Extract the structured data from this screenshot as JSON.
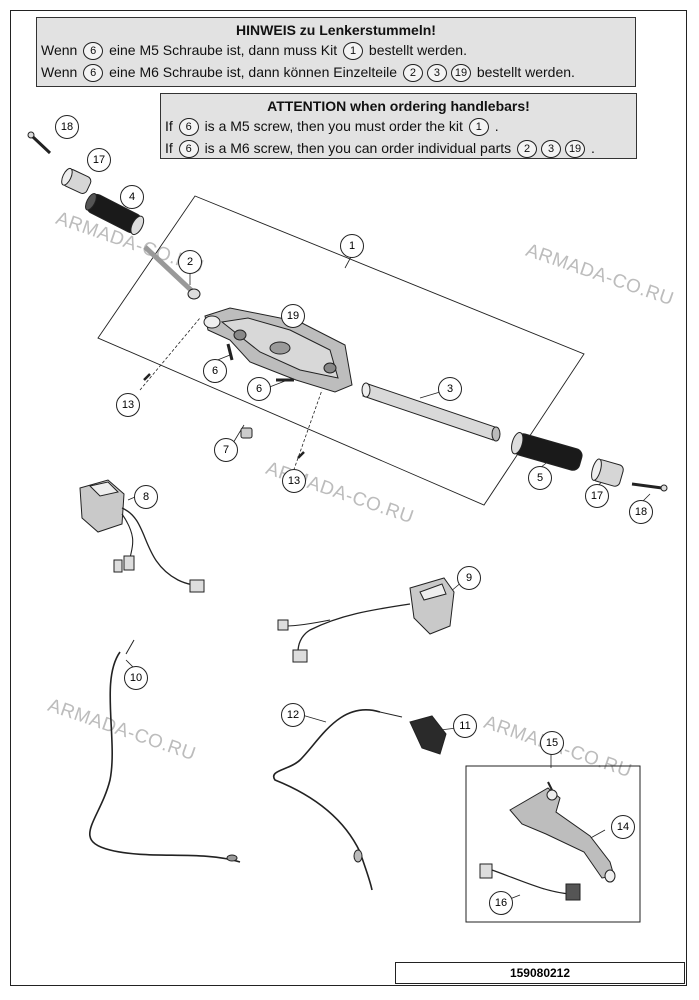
{
  "notice_de": {
    "title": "HINWEIS zu Lenkerstummeln!",
    "l1_a": "Wenn",
    "l1_b": "eine M5 Schraube ist, dann muss Kit",
    "l1_c": "bestellt werden.",
    "l2_a": "Wenn",
    "l2_b": "eine M6 Schraube ist, dann können Einzelteile",
    "l2_c": "bestellt werden."
  },
  "notice_en": {
    "title": "ATTENTION when ordering handlebars!",
    "l1_a": "If",
    "l1_b": "is a M5 screw, then you must order the kit",
    "l1_c": ".",
    "l2_a": "If",
    "l2_b": "is a M6 screw, then you can order individual parts",
    "l2_c": "."
  },
  "circle_refs": {
    "six": "6",
    "one": "1",
    "two": "2",
    "three": "3",
    "nineteen": "19"
  },
  "callouts": [
    {
      "name": "callout-18-left",
      "label": "18"
    },
    {
      "name": "callout-17-left",
      "label": "17"
    },
    {
      "name": "callout-4",
      "label": "4"
    },
    {
      "name": "callout-1",
      "label": "1"
    },
    {
      "name": "callout-2",
      "label": "2"
    },
    {
      "name": "callout-19",
      "label": "19"
    },
    {
      "name": "callout-6-left",
      "label": "6"
    },
    {
      "name": "callout-6-mid",
      "label": "6"
    },
    {
      "name": "callout-13-left",
      "label": "13"
    },
    {
      "name": "callout-7",
      "label": "7"
    },
    {
      "name": "callout-13-bottom",
      "label": "13"
    },
    {
      "name": "callout-3",
      "label": "3"
    },
    {
      "name": "callout-5",
      "label": "5"
    },
    {
      "name": "callout-17-right",
      "label": "17"
    },
    {
      "name": "callout-18-right",
      "label": "18"
    },
    {
      "name": "callout-8",
      "label": "8"
    },
    {
      "name": "callout-9",
      "label": "9"
    },
    {
      "name": "callout-10",
      "label": "10"
    },
    {
      "name": "callout-12",
      "label": "12"
    },
    {
      "name": "callout-11",
      "label": "11"
    },
    {
      "name": "callout-15",
      "label": "15"
    },
    {
      "name": "callout-14",
      "label": "14"
    },
    {
      "name": "callout-16",
      "label": "16"
    }
  ],
  "watermark": "ARMADA-CO.RU",
  "part_number": "159080212"
}
